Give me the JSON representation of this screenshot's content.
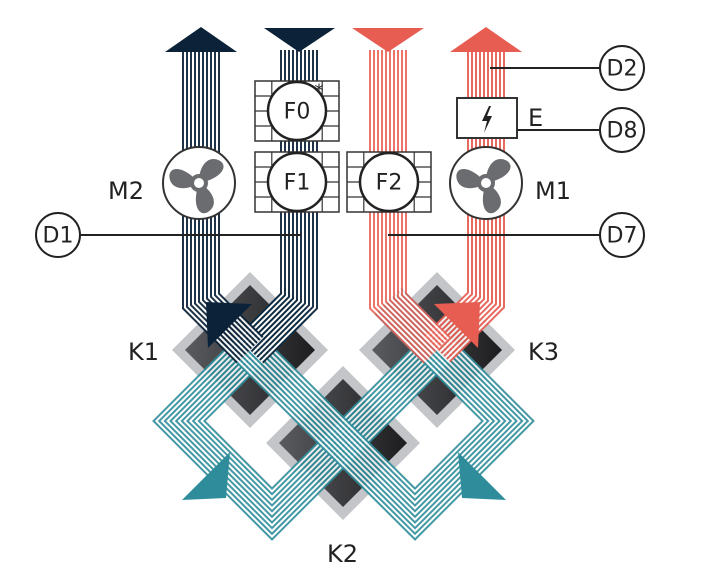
{
  "labels": {
    "M2": "M2",
    "M1": "M1",
    "K1": "K1",
    "K2": "K2",
    "K3": "K3",
    "D1": "D1",
    "D2": "D2",
    "D7": "D7",
    "D8": "D8",
    "E": "E",
    "F0": "F0",
    "F0_mark": "*",
    "F1": "F1",
    "F2": "F2"
  },
  "colors": {
    "navy": "#0b2238",
    "red": "#e85d52",
    "teal": "#2f8d9b",
    "fan": "#6b6c70",
    "exchanger_frame": "#c4c5c8",
    "exchanger_core": "#3a3b3e"
  },
  "icons": [
    "fan-icon",
    "filter-icon",
    "lightning-icon",
    "arrow-icon"
  ]
}
